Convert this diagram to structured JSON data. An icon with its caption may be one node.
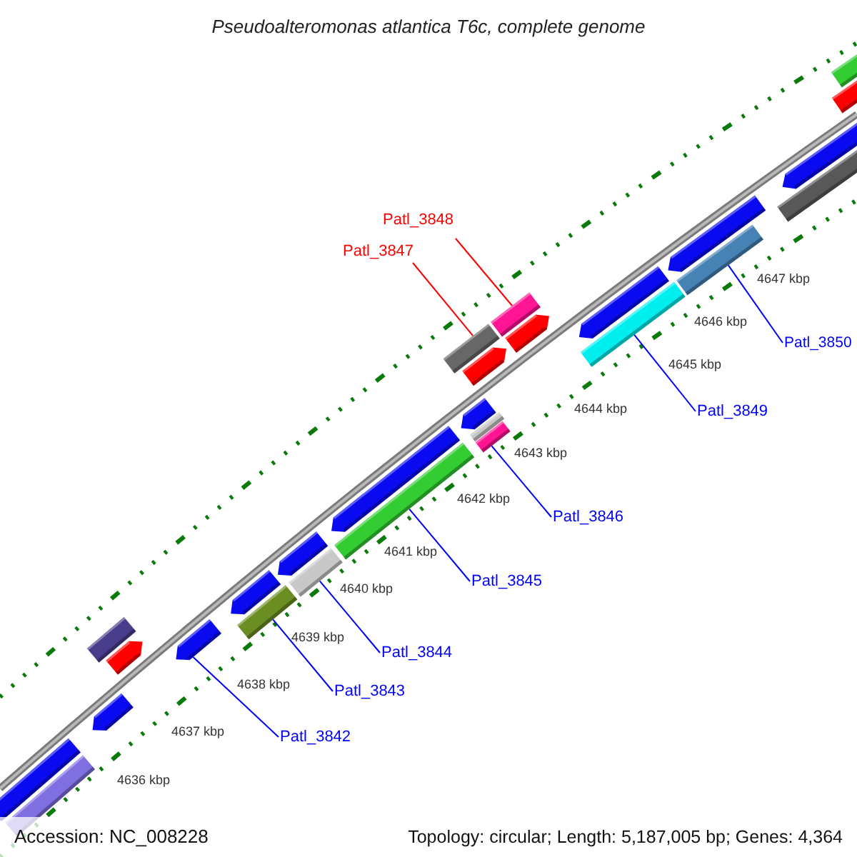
{
  "diagram": {
    "title": "Pseudoalteromonas atlantica T6c, complete genome",
    "nodes": [
      {
        "text": [
          "Patl_3848"
        ]
      },
      {
        "text": [
          "Patl_3847"
        ]
      },
      {
        "text": [],
        "shape": "bar"
      },
      {
        "text": [],
        "shape": "bar"
      },
      {
        "text": [],
        "shape": "bar"
      },
      {
        "text": [],
        "shape": "bar"
      },
      {
        "text": [
          "Patl_3850"
        ]
      },
      {
        "text": [
          "Patl_3849"
        ]
      },
      {
        "text": [],
        "shape": "bar"
      },
      {
        "text": [
          "Patl_3846"
        ]
      },
      {
        "text": [],
        "shape": "bar"
      },
      {
        "text": [
          "Patl_3845"
        ]
      },
      {
        "text": [],
        "shape": "bar"
      },
      {
        "text": [
          "Patl_3844"
        ]
      },
      {
        "text": [],
        "shape": "bar"
      },
      {
        "text": [
          "Patl_3843"
        ]
      },
      {
        "text": [],
        "shape": "bar"
      },
      {
        "text": [
          "Patl_3842"
        ]
      },
      {
        "text": [],
        "shape": "bar"
      },
      {
        "text": [],
        "shape": "bar"
      },
      {
        "text": [],
        "shape": "bar"
      },
      {
        "text": [],
        "shape": "bar"
      },
      {
        "text": [],
        "shape": "bar"
      },
      {
        "text": [],
        "shape": "bar"
      },
      {
        "text": [],
        "shape": "bar"
      },
      {
        "text": [],
        "shape": "bar"
      },
      {
        "text": [],
        "shape": "bar"
      },
      {
        "text": [],
        "shape": "bar"
      },
      {
        "text": [],
        "shape": "bar"
      },
      {
        "text": [],
        "shape": "bar"
      },
      {
        "text": [],
        "shape": "bar"
      },
      {
        "text": [],
        "shape": "bar"
      },
      {
        "text": [],
        "shape": "bar"
      },
      {
        "text": [],
        "shape": "bar"
      },
      {
        "text": [],
        "shape": "bar"
      },
      {
        "text": [],
        "shape": "bar"
      }
    ],
    "edges": [
      {
        "from": 0,
        "to": 2,
        "arrow": "none",
        "color": "#ff0000"
      },
      {
        "from": 1,
        "to": 3,
        "arrow": "none",
        "color": "#ff0000"
      },
      {
        "from": 6,
        "to": 4,
        "arrow": "none"
      },
      {
        "from": 7,
        "to": 5,
        "arrow": "none"
      },
      {
        "from": 9,
        "to": 8,
        "arrow": "none"
      },
      {
        "from": 11,
        "to": 10,
        "arrow": "none"
      },
      {
        "from": 13,
        "to": 12,
        "arrow": "none"
      },
      {
        "from": 15,
        "to": 14,
        "arrow": "none"
      },
      {
        "from": 17,
        "to": 16,
        "arrow": "none"
      }
    ],
    "labels": [
      "4647 kbp",
      "4646 kbp",
      "4645 kbp",
      "4644 kbp",
      "4643 kbp",
      "4642 kbp",
      "4641 kbp",
      "4640 kbp",
      "4639 kbp",
      "4638 kbp",
      "4637 kbp",
      "4636 kbp",
      "Accession: NC_008228",
      "Topology: circular; Length: 5,187,005 bp; Genes: 4,364"
    ]
  }
}
